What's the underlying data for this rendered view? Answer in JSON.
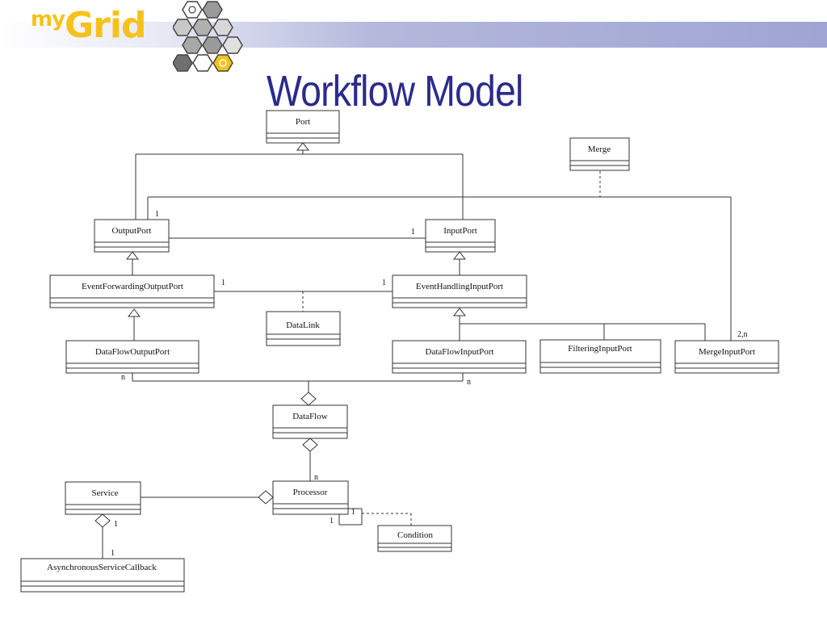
{
  "logo": {
    "my": "my",
    "grid": "Grid"
  },
  "title": "Workflow Model",
  "classes": {
    "port": "Port",
    "merge": "Merge",
    "output_port": "OutputPort",
    "input_port": "InputPort",
    "event_forwarding_output_port": "EventForwardingOutputPort",
    "event_handling_input_port": "EventHandlingInputPort",
    "data_link": "DataLink",
    "data_flow_output_port": "DataFlowOutputPort",
    "data_flow_input_port": "DataFlowInputPort",
    "filtering_input_port": "FilteringInputPort",
    "merge_input_port": "MergeInputPort",
    "data_flow": "DataFlow",
    "service": "Service",
    "processor": "Processor",
    "condition": "Condition",
    "asynchronous_service_callback": "AsynchronousServiceCallback"
  },
  "multiplicities": {
    "output_port_merge": "1",
    "output_input": "1",
    "forwarding_link": "1",
    "handling_link": "1",
    "merge_input_port": "2,n",
    "dataflow_output": "n",
    "dataflow_input": "n",
    "processor": "n",
    "service": "1",
    "callback": "1",
    "processor_self_a": "1",
    "processor_self_b": "1"
  },
  "colors": {
    "title": "#2b2b8c",
    "logo": "#f5c21c",
    "banner": "#9fa4d4"
  }
}
